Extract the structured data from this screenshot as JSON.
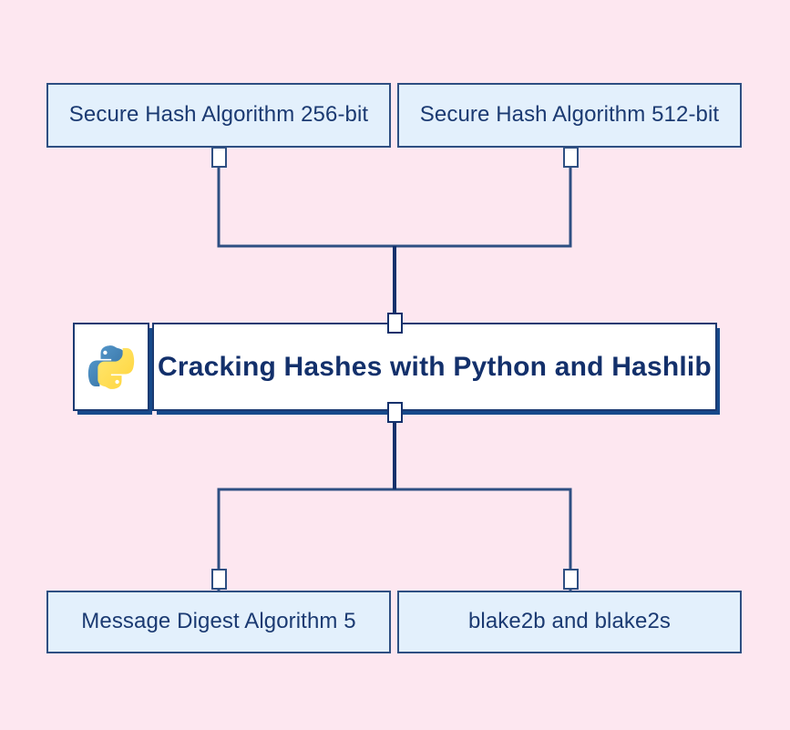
{
  "diagram": {
    "type": "mind-map",
    "background_color": "#fde7f0",
    "node_fill": "#e3f0fc",
    "node_border": "#2e4f82",
    "text_color": "#1b3a72",
    "center": {
      "title": "Cracking Hashes with Python and Hashlib",
      "icon": "python-logo-icon",
      "fill": "#ffffff",
      "border": "#1b3a72",
      "shadow": "#174a8b"
    },
    "branches": {
      "top": [
        {
          "label": "Secure Hash Algorithm 256-bit"
        },
        {
          "label": "Secure Hash Algorithm 512-bit"
        }
      ],
      "bottom": [
        {
          "label": "Message Digest Algorithm 5"
        },
        {
          "label": "blake2b and blake2s"
        }
      ]
    }
  }
}
